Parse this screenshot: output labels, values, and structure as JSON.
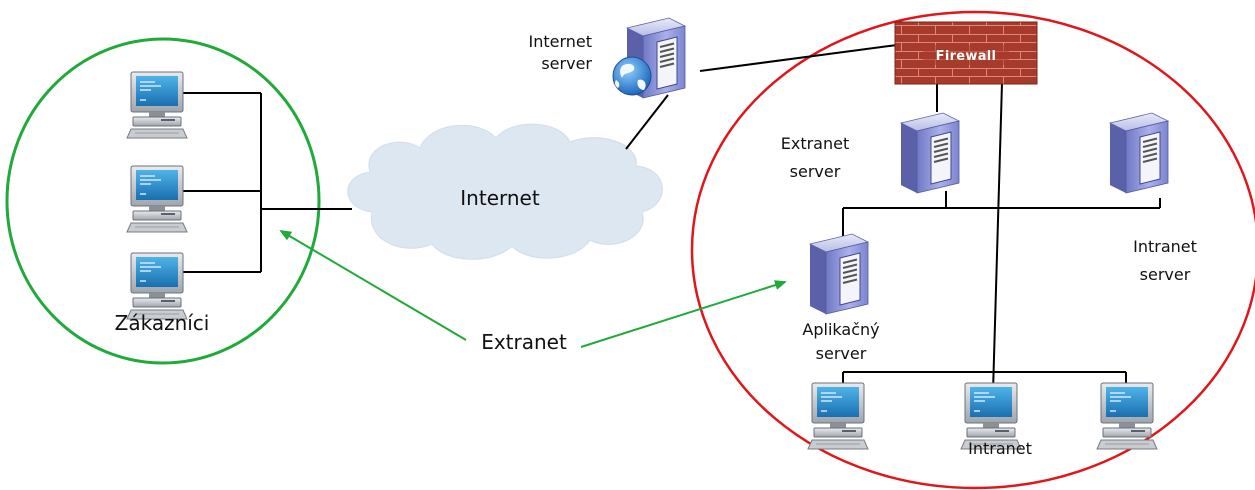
{
  "labels": {
    "internet_server": "Internet\nserver",
    "internet": "Internet",
    "firewall": "Firewall",
    "extranet_server": "Extranet\nserver",
    "intranet_server": "Intranet\nserver",
    "application_server": "Aplikačný\nserver",
    "customers": "Zákazníci",
    "extranet": "Extranet",
    "intranet": "Intranet"
  },
  "colors": {
    "customers_zone": "#1faa3a",
    "company_zone": "#e0161a",
    "extranet_arrows": "#1faa3a",
    "links": "#000000",
    "firewall_brick": "#a83a2c",
    "cloud": "#dde7f2",
    "server_body": "#8f98d8",
    "monitor_screen": "#2a8fd0"
  },
  "icons": [
    "desktop-computer-icon",
    "server-tower-icon",
    "globe-icon",
    "cloud-icon",
    "firewall-icon"
  ]
}
